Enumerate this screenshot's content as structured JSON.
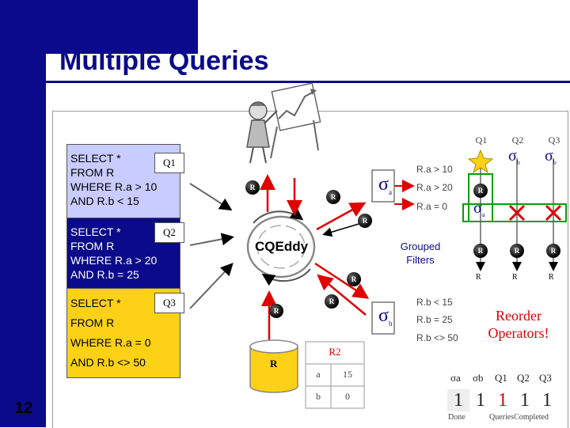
{
  "slide": {
    "title": "Multiple Queries",
    "page_number": "12",
    "colors": {
      "navy": "#0a0a8a",
      "yellow": "#fcd116",
      "red": "#e00000",
      "lavender": "#c8ccff"
    }
  },
  "queries": [
    {
      "tag": "Q1",
      "lines": [
        "SELECT *",
        "FROM R",
        "WHERE R.a > 10",
        "AND R.b < 15"
      ]
    },
    {
      "tag": "Q2",
      "lines": [
        "SELECT *",
        "FROM R",
        "WHERE R.a > 20",
        "AND R.b = 25"
      ]
    },
    {
      "tag": "Q3",
      "lines": [
        "SELECT *",
        "FROM R",
        "WHERE R.a = 0",
        "AND R.b <> 50"
      ]
    }
  ],
  "eddy": {
    "label": "CQEddy",
    "grouped_filters": "Grouped Filters"
  },
  "filter_a": {
    "sigma": "σ",
    "sub": "a",
    "conds": [
      "R.a > 10",
      "R.a > 20",
      "R.a = 0"
    ]
  },
  "filter_b": {
    "sigma": "σ",
    "sub": "b",
    "conds": [
      "R.b < 15",
      "R.b = 25",
      "R.b <> 50"
    ]
  },
  "tuple_label": "R",
  "source_label": "R",
  "query_columns": [
    "Q1",
    "Q2",
    "Q3"
  ],
  "reorder_text": [
    "Reorder",
    "Operators!"
  ],
  "r2_table": {
    "title": "R2",
    "rows": [
      [
        "a",
        "15"
      ],
      [
        "b",
        "0"
      ]
    ]
  },
  "lineage": {
    "labels": [
      "σa",
      "σb",
      "Q1",
      "Q2",
      "Q3"
    ],
    "bits": [
      "1",
      "1",
      "1",
      "1",
      "1"
    ],
    "done_label": "Done",
    "completed_label": "QueriesCompleted"
  }
}
